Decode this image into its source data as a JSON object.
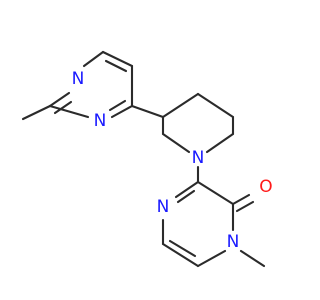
{
  "molecule": {
    "atoms": [
      {
        "id": "n-pyrimidine-top",
        "symbol": "N",
        "color": "#1a1aff"
      },
      {
        "id": "n-pyrimidine-bottom",
        "symbol": "N",
        "color": "#1a1aff"
      },
      {
        "id": "n-piperidine",
        "symbol": "N",
        "color": "#1a1aff"
      },
      {
        "id": "n-pyrazinone-ring",
        "symbol": "N",
        "color": "#1a1aff"
      },
      {
        "id": "n-pyrazinone-methyl",
        "symbol": "N",
        "color": "#1a1aff"
      },
      {
        "id": "o-carbonyl",
        "symbol": "O",
        "color": "#ff1a1a"
      }
    ],
    "bond_color": "#2b2b2b",
    "background": "#ffffff"
  }
}
